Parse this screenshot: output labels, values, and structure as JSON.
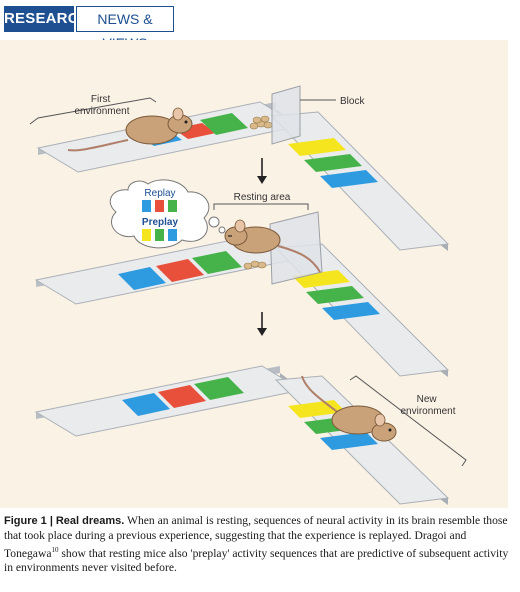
{
  "header": {
    "section_label": "RESEARCH",
    "subsection_label": "NEWS & VIEWS"
  },
  "figure": {
    "labels": {
      "first_environment": "First environment",
      "block": "Block",
      "resting_area": "Resting area",
      "replay": "Replay",
      "preplay": "Preplay",
      "new_environment": "New environment"
    },
    "colors": {
      "blue": "#2e9be0",
      "red": "#e8503c",
      "green": "#46b34a",
      "yellow": "#f5e51e",
      "track_top": "#e9ebed",
      "track_side": "#b9bec4",
      "mouse": "#c9a27a"
    }
  },
  "caption": {
    "label": "Figure 1 |",
    "title": "Real dreams.",
    "text_1": "When an animal is resting, sequences of neural activity in its brain resemble those that took place during a previous experience, suggesting that the experience is replayed. Dragoi and Tonegawa",
    "ref": "10",
    "text_2": "show that resting mice also 'preplay' activity sequences that are predictive of subsequent activity in environments never visited before."
  }
}
